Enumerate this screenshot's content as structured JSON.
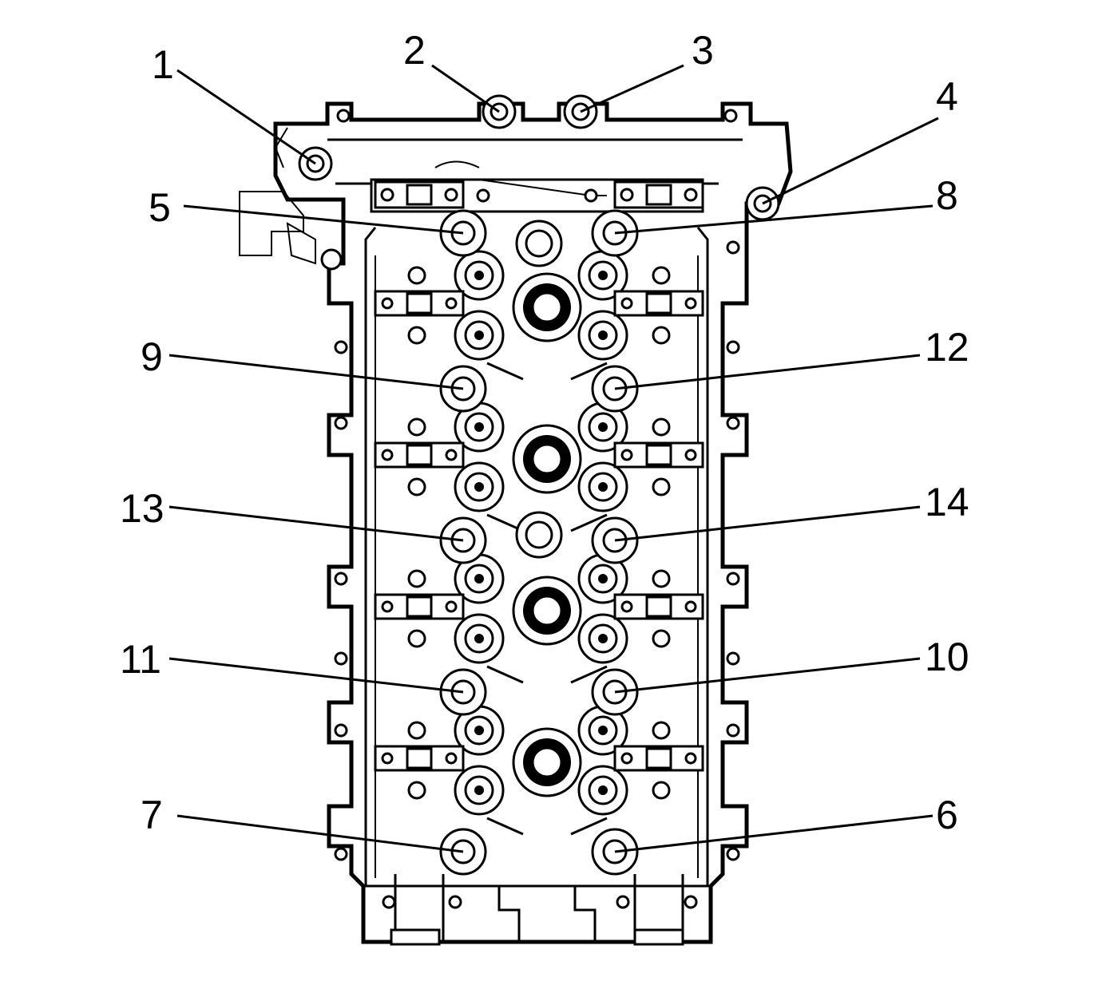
{
  "callouts": [
    {
      "id": "c1",
      "label": "1"
    },
    {
      "id": "c2",
      "label": "2"
    },
    {
      "id": "c3",
      "label": "3"
    },
    {
      "id": "c4",
      "label": "4"
    },
    {
      "id": "c5",
      "label": "5"
    },
    {
      "id": "c8",
      "label": "8"
    },
    {
      "id": "c9",
      "label": "9"
    },
    {
      "id": "c12",
      "label": "12"
    },
    {
      "id": "c13",
      "label": "13"
    },
    {
      "id": "c14",
      "label": "14"
    },
    {
      "id": "c11",
      "label": "11"
    },
    {
      "id": "c10",
      "label": "10"
    },
    {
      "id": "c7",
      "label": "7"
    },
    {
      "id": "c6",
      "label": "6"
    }
  ]
}
